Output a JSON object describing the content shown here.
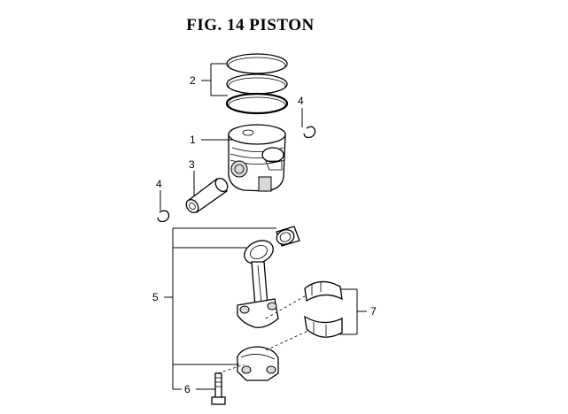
{
  "figure": {
    "title": "FIG. 14  PISTON"
  },
  "callouts": [
    {
      "id": "ring-set",
      "label": "2"
    },
    {
      "id": "snap-ring-right",
      "label": "4"
    },
    {
      "id": "piston",
      "label": "1"
    },
    {
      "id": "piston-pin",
      "label": "3"
    },
    {
      "id": "snap-ring-left",
      "label": "4"
    },
    {
      "id": "connecting-rod-assembly",
      "label": "5"
    },
    {
      "id": "rod-bolt",
      "label": "6"
    },
    {
      "id": "rod-bearing",
      "label": "7"
    }
  ]
}
